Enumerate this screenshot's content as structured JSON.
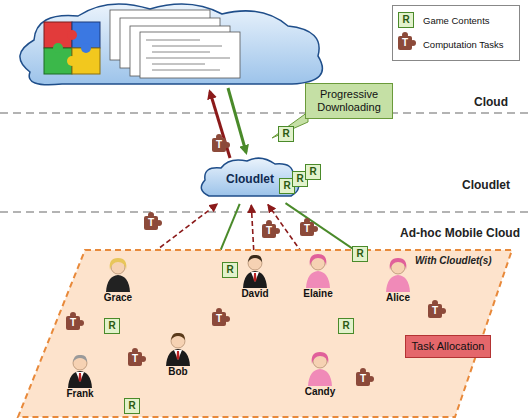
{
  "diagram": {
    "nodes": [
      {
        "text": [
          "Progressive Downloading"
        ]
      },
      {
        "text": [
          "Cloudlet"
        ]
      },
      {
        "text": [
          "With Cloudlet(s)"
        ]
      },
      {
        "text": [
          "Grace"
        ],
        "in": 2
      },
      {
        "text": [
          "David"
        ],
        "in": 2
      },
      {
        "text": [
          "Elaine"
        ],
        "in": 2
      },
      {
        "text": [
          "Alice"
        ],
        "in": 2
      },
      {
        "text": [
          "Frank"
        ],
        "in": 2
      },
      {
        "text": [
          "Bob"
        ],
        "in": 2
      },
      {
        "text": [
          "Candy"
        ],
        "in": 2
      },
      {
        "text": [
          "Task Allocation"
        ]
      }
    ],
    "edges": [
      {
        "from": 1,
        "to": 8,
        "arrow": "to"
      },
      {
        "from": 1,
        "to": 6,
        "arrow": "to"
      },
      {
        "from": 3,
        "to": 1,
        "arrow": "to"
      },
      {
        "from": 4,
        "to": 1,
        "arrow": "to"
      },
      {
        "from": 5,
        "to": 1,
        "arrow": "to"
      },
      {
        "from": 7,
        "to": 3,
        "arrow": "to"
      },
      {
        "from": 7,
        "to": 3,
        "arrow": "to"
      },
      {
        "from": 8,
        "to": 4,
        "arrow": "to"
      },
      {
        "from": 8,
        "to": 4,
        "arrow": "to"
      },
      {
        "from": 4,
        "to": 5,
        "arrow": "to"
      },
      {
        "from": 8,
        "to": 7,
        "arrow": "to"
      },
      {
        "from": 7,
        "to": 8,
        "arrow": "to"
      },
      {
        "from": 6,
        "to": 9,
        "arrow": "to"
      },
      {
        "from": 9,
        "to": 6,
        "arrow": "to"
      }
    ],
    "labels": [
      "R",
      "T",
      "Cloud",
      "Cloudlet",
      "Ad-hoc Mobile Cloud",
      "R",
      "R",
      "R",
      "R",
      "R",
      "R",
      "R",
      "R",
      "R",
      "T",
      "T",
      "T",
      "T",
      "T",
      "T",
      "T",
      "T",
      "T"
    ],
    "legend": [
      {
        "text": "Game Contents"
      },
      {
        "text": "Computation Tasks"
      }
    ]
  }
}
